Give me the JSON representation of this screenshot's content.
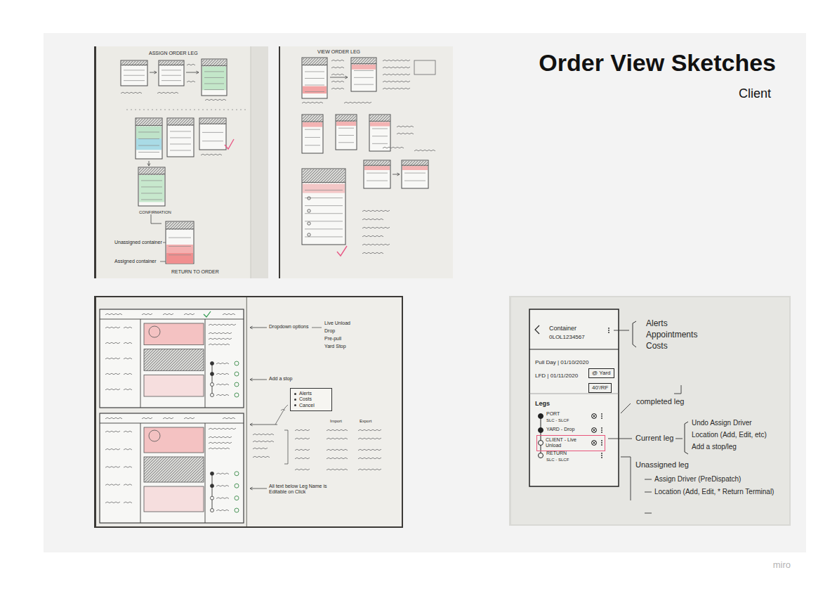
{
  "diagram": {
    "title": "Order View Sketches",
    "nodes": [
      {
        "text": [
          "Alerts",
          "Costs",
          "Cancel"
        ]
      },
      {
        "text": [
          "@ Yard"
        ]
      },
      {
        "text": [
          "40'/RF"
        ]
      },
      {
        "text": [
          "CLIENT - Live Unload"
        ]
      }
    ],
    "labels": [
      "ASSIGN ORDER LEG",
      "CONFIRMATION",
      "Unassigned container",
      "Assigned container",
      "RETURN TO ORDER",
      "VIEW ORDER LEG",
      "Dropdown options",
      "Live Unload",
      "Drop",
      "Pre-pull",
      "Yard Stop",
      "Add a stop",
      "Import",
      "Export",
      "All text below Leg Name is Editable on Click",
      "Container",
      "0LOL1234567",
      "Pull Day | 01/10/2020",
      "LFD | 01/11/2020",
      "Legs",
      "PORT",
      "SLC - SLCF",
      "YARD - Drop",
      "RETURN",
      "SLC - SLCF",
      "Alerts",
      "Appointments",
      "Costs",
      "completed leg",
      "Current leg",
      "Undo Assign Driver",
      "Location (Add, Edit, etc)",
      "Add a stop/leg",
      "Unassigned leg",
      "Assign Driver (PreDispatch)",
      "Location (Add, Edit, * Return Terminal)",
      "Client",
      "miro"
    ]
  }
}
